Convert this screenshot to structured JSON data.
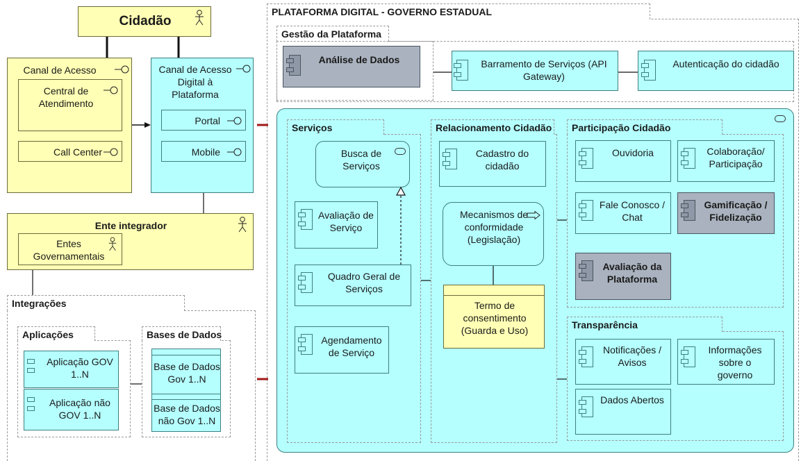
{
  "cidadao": {
    "title": "Cidadão"
  },
  "canal_acesso": {
    "label": "Canal de Acesso",
    "central": "Central de Atendimento",
    "callcenter": "Call Center"
  },
  "canal_digital": {
    "label": "Canal de Acesso Digital à Plataforma",
    "portal": "Portal",
    "mobile": "Mobile"
  },
  "ente": {
    "label": "Ente integrador",
    "entes": "Entes Governamentais"
  },
  "integracoes": {
    "label": "Integrações",
    "aplicacoes": {
      "label": "Aplicações",
      "gov": "Aplicação GOV 1..N",
      "naogov": "Aplicação não GOV 1..N"
    },
    "bases": {
      "label": "Bases de Dados",
      "gov": "Base de Dados Gov 1..N",
      "naogov": "Base de Dados não Gov 1..N"
    }
  },
  "plataforma": {
    "label": "PLATAFORMA DIGITAL - GOVERNO ESTADUAL",
    "gestao": {
      "label": "Gestão da Plataforma",
      "analise": "Análise de Dados",
      "barramento": "Barramento de Serviços (API Gateway)",
      "autenticacao": "Autenticação do cidadão"
    },
    "servicos": {
      "label": "Serviços",
      "busca": "Busca de Serviços",
      "avaliacao": "Avaliação de Serviço",
      "quadro": "Quadro Geral de Serviços",
      "agendamento": "Agendamento de Serviço"
    },
    "relacionamento": {
      "label": "Relacionamento Cidadão",
      "cadastro": "Cadastro do cidadão",
      "mecanismos": "Mecanismos de conformidade (Legislação)",
      "termo": "Termo de consentimento (Guarda e Uso)"
    },
    "participacao": {
      "label": "Participação Cidadão",
      "ouvidoria": "Ouvidoria",
      "colaboracao": "Colaboração/ Participação",
      "fale": "Fale Conosco / Chat",
      "gamificacao": "Gamificação / Fidelização",
      "avaliacao_plat": "Avaliação da Plataforma"
    },
    "transparencia": {
      "label": "Transparência",
      "notificacoes": "Notificações / Avisos",
      "informacoes": "Informações sobre o governo",
      "dados": "Dados Abertos"
    }
  }
}
